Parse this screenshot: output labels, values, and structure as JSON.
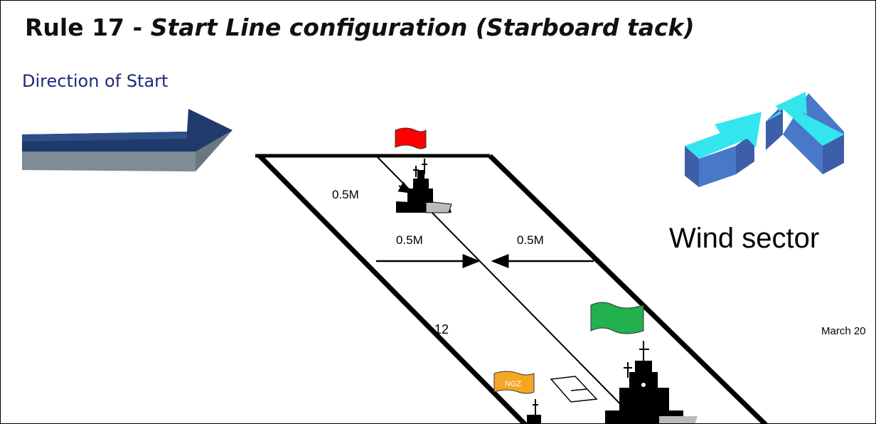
{
  "slide": {
    "title_main": "Rule 17 - ",
    "title_sub": "Start Line configuration (Starboard tack)",
    "direction_label": "Direction  of Start",
    "wind_label": "Wind  sector",
    "footer_date": "March 20",
    "page_number": "12"
  },
  "diagram": {
    "distance_labels": [
      "0.5M",
      "0.5M",
      "0.5M"
    ],
    "flags": [
      {
        "name": "red-flag",
        "color": "#ff0000",
        "text": ""
      },
      {
        "name": "green-flag",
        "color": "#22b14c",
        "text": ""
      },
      {
        "name": "ngz-flag",
        "color": "#f5a623",
        "text": "NGZ"
      }
    ],
    "colors": {
      "direction_arrow_top": "#1f3a6b",
      "direction_arrow_side": "#7f8b96",
      "wind_arrow_top": "#33e6ee",
      "wind_arrow_side": "#4a78c8",
      "line": "#000000"
    }
  }
}
